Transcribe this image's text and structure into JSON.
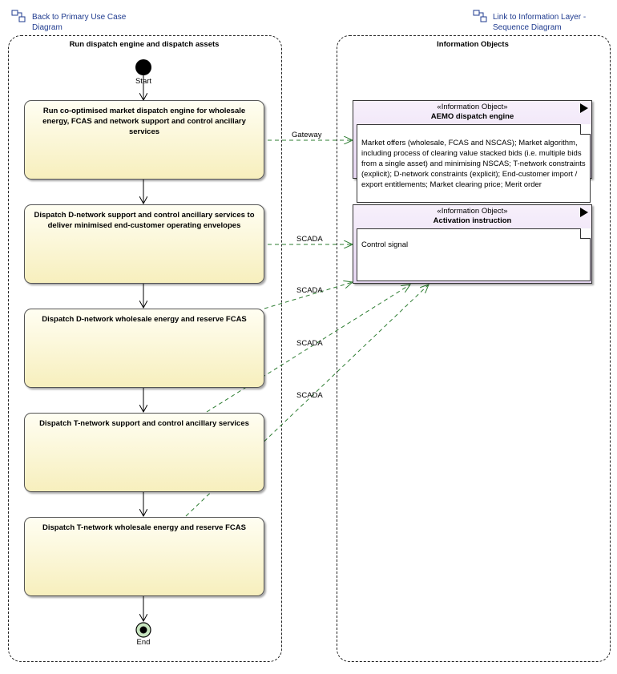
{
  "links": {
    "back": "Back to Primary Use Case Diagram",
    "back_line1": "Back to Primary Use Case",
    "back_line2": "Diagram",
    "info_line1": "Link to Information Layer -",
    "info_line2": "Sequence Diagram"
  },
  "lanes": {
    "left_title": "Run dispatch engine and dispatch assets",
    "right_title": "Information Objects"
  },
  "nodes": {
    "start_label": "Start",
    "end_label": "End"
  },
  "actions": [
    {
      "label": "Run co-optimised market dispatch engine for wholesale energy, FCAS and network support and control ancillary services"
    },
    {
      "label": "Dispatch D-network support and control ancillary services to deliver minimised end-customer operating envelopes"
    },
    {
      "label": "Dispatch D-network wholesale energy and reserve FCAS"
    },
    {
      "label": "Dispatch T-network support and control ancillary services"
    },
    {
      "label": "Dispatch T-network wholesale energy and reserve FCAS"
    }
  ],
  "info_objects": [
    {
      "stereotype": "«Information Object»",
      "name": "AEMO dispatch engine",
      "note": "Market offers (wholesale, FCAS and NSCAS); Market algorithm, including process of clearing value stacked bids (i.e. multiple bids from a single asset) and minimising NSCAS; T-network constraints (explicit); D-network constraints (explicit); End-customer import / export entitlements; Market clearing price; Merit order"
    },
    {
      "stereotype": "«Information Object»",
      "name": "Activation instruction",
      "note": "Control signal"
    }
  ],
  "flows": {
    "gateway": "Gateway",
    "scada_1": "SCADA",
    "scada_2": "SCADA",
    "scada_3": "SCADA",
    "scada_4": "SCADA"
  },
  "colors": {
    "action_fill_top": "#fffef2",
    "action_fill_bottom": "#f7efbd",
    "info_fill": "#e7d7f3",
    "flow_line": "#2e7d32",
    "link_text": "#1f3b8f",
    "end_fill": "#c8e6c0"
  }
}
